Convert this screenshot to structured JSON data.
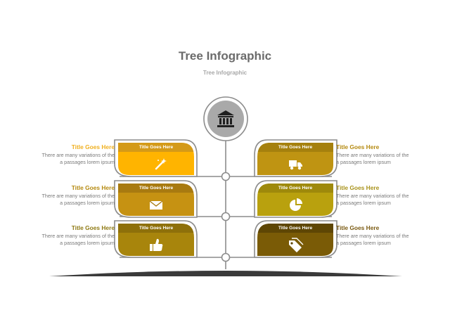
{
  "header": {
    "title": "Tree Infographic",
    "subtitle": "Tree Infographic"
  },
  "colors": {
    "line": "#8c8c8c",
    "ground": "#3a3a3a",
    "root_circle": "#a9a9a9"
  },
  "root_icon": "bank-icon",
  "leaves": [
    {
      "side": "left",
      "row": 0,
      "label": "Title Goes Here",
      "heading": "Title Goes Here",
      "text_line1": "There are many variations of the",
      "text_line2": "a passages lorem ipsum",
      "icon": "magic-wand-icon",
      "color": "#ffb400",
      "band": "#d49a18",
      "heading_color": "#f0b020"
    },
    {
      "side": "right",
      "row": 0,
      "label": "Title Goes Here",
      "heading": "Title Goes Here",
      "text_line1": "There are many variations of the",
      "text_line2": "a passages lorem ipsum",
      "icon": "truck-icon",
      "color": "#bf9412",
      "band": "#a5800d",
      "heading_color": "#b58a10"
    },
    {
      "side": "left",
      "row": 1,
      "label": "Title Goes Here",
      "heading": "Title Goes Here",
      "text_line1": "There are many variations of the",
      "text_line2": "a passages lorem ipsum",
      "icon": "envelope-icon",
      "color": "#c69212",
      "band": "#a87a10",
      "heading_color": "#b58a10"
    },
    {
      "side": "right",
      "row": 1,
      "label": "Title Goes Here",
      "heading": "Title Goes Here",
      "text_line1": "There are many variations of the",
      "text_line2": "a passages lorem ipsum",
      "icon": "pie-chart-icon",
      "color": "#b9a10e",
      "band": "#9e890b",
      "heading_color": "#a8921a"
    },
    {
      "side": "left",
      "row": 2,
      "label": "Title Goes Here",
      "heading": "Title Goes Here",
      "text_line1": "There are many variations of the",
      "text_line2": "a passages lorem ipsum",
      "icon": "thumbs-up-icon",
      "color": "#a8850c",
      "band": "#8e700a",
      "heading_color": "#8f7a14"
    },
    {
      "side": "right",
      "row": 2,
      "label": "Title Goes Here",
      "heading": "Title Goes Here",
      "text_line1": "There are many variations of the",
      "text_line2": "a passages lorem ipsum",
      "icon": "tags-icon",
      "color": "#7a5b06",
      "band": "#5e4604",
      "heading_color": "#7a5a12"
    }
  ]
}
